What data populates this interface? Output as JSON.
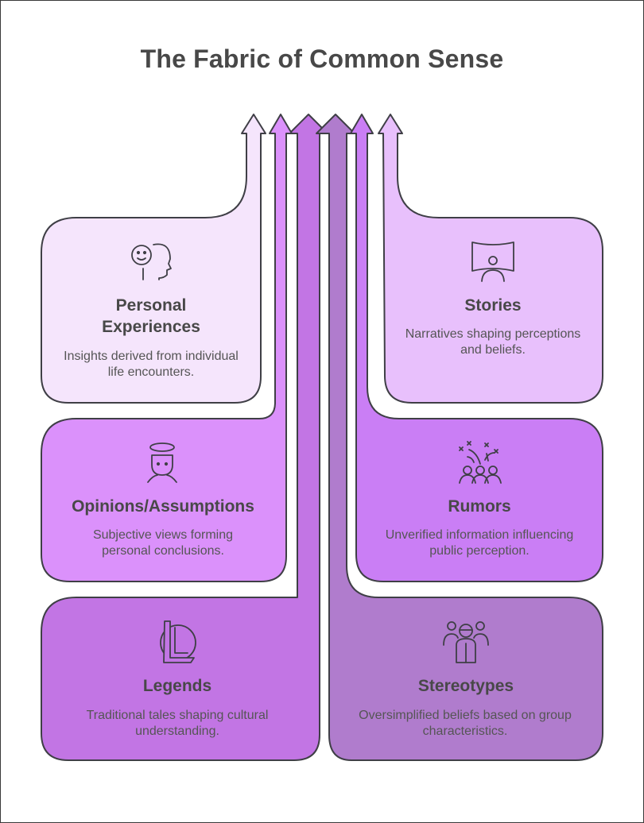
{
  "title": "The Fabric of Common Sense",
  "colors": {
    "personal": "#f5e5fc",
    "stories": "#e8c0fc",
    "opinions": "#db91fb",
    "rumors": "#ca7ef5",
    "legends": "#c275e4",
    "stereotypes": "#b07ccd",
    "stroke": "#3f3f46"
  },
  "cards": {
    "personal": {
      "title": "Personal Experiences",
      "desc": "Insights derived from individual life encounters.",
      "icon": "thinking-head-icon"
    },
    "stories": {
      "title": "Stories",
      "desc": "Narratives shaping perceptions and beliefs.",
      "icon": "panorama-person-icon"
    },
    "opinions": {
      "title": "Opinions/Assumptions",
      "desc": "Subjective views forming personal conclusions.",
      "icon": "person-with-halo-icon"
    },
    "rumors": {
      "title": "Rumors",
      "desc": "Unverified information influencing public perception.",
      "icon": "crowd-sparkles-icon"
    },
    "legends": {
      "title": "Legends",
      "desc": "Traditional tales shaping cultural understanding.",
      "icon": "legends-emblem-icon"
    },
    "stereotypes": {
      "title": "Stereotypes",
      "desc": "Oversimplified beliefs based on group characteristics.",
      "icon": "group-people-icon"
    }
  }
}
